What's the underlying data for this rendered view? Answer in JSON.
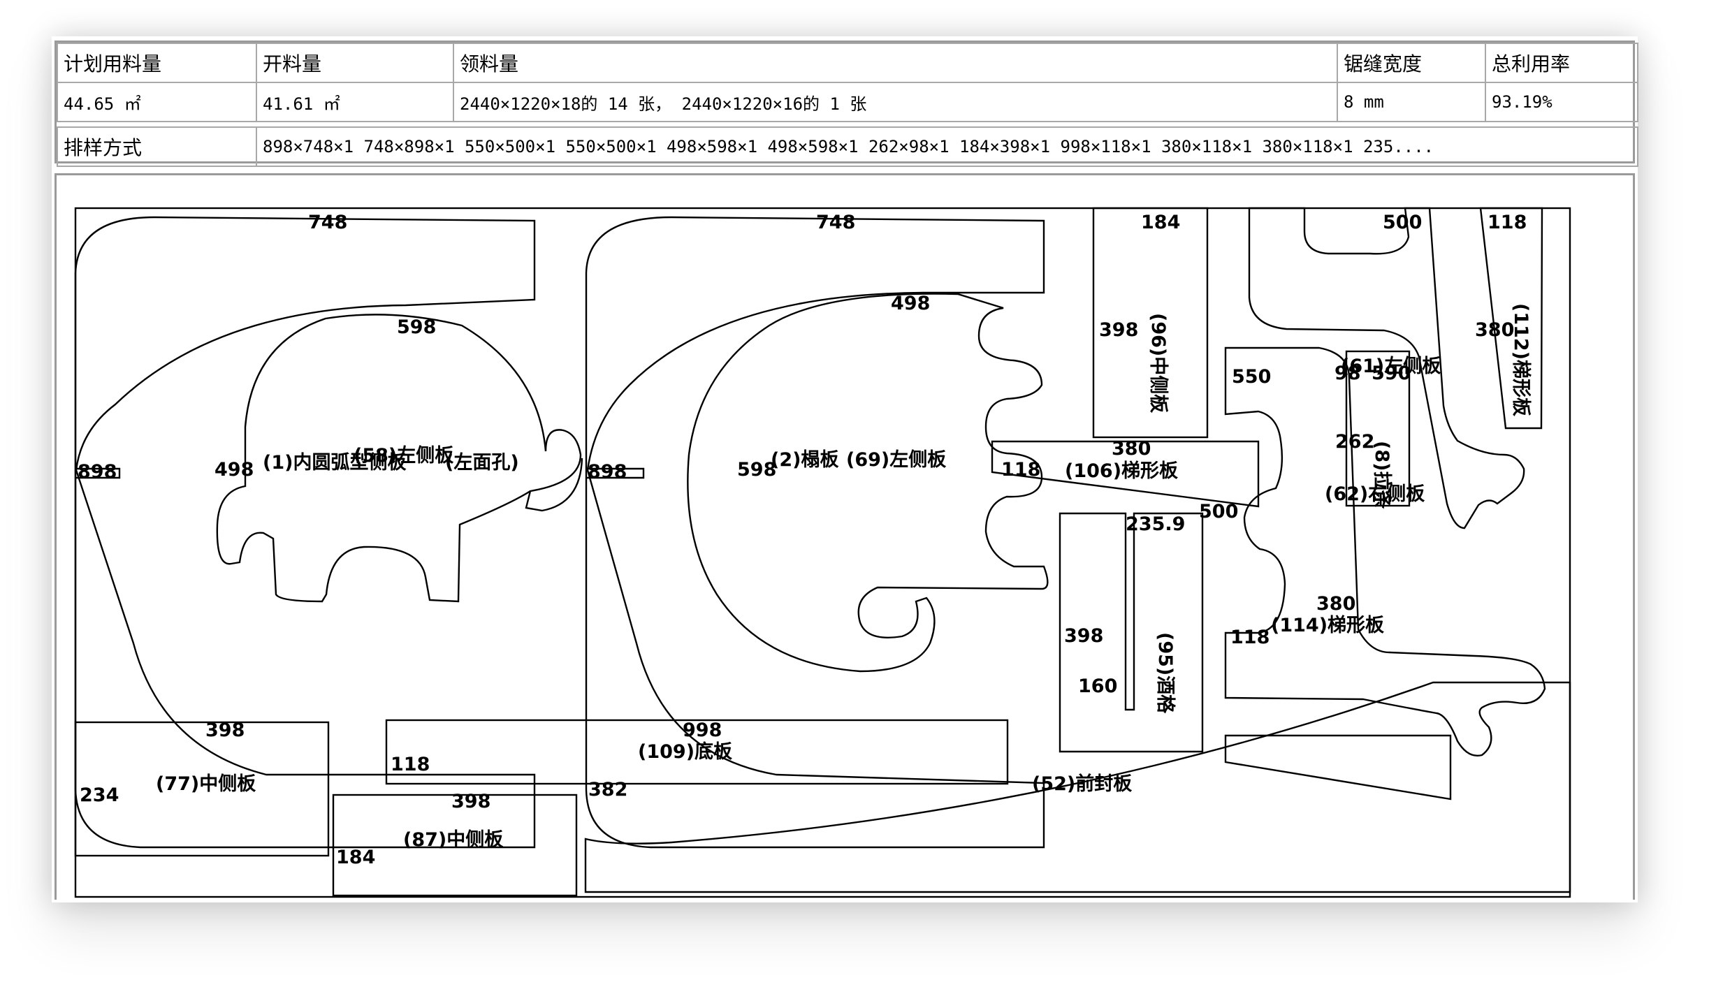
{
  "summary": {
    "headers": [
      "计划用料量",
      "开料量",
      "领料量",
      "锯缝宽度",
      "总利用率"
    ],
    "values": [
      "44.65 ㎡",
      "41.61 ㎡",
      "2440×1220×18的 14 张， 2440×1220×16的 1 张",
      "8 mm",
      "93.19%"
    ],
    "layout_label": "排样方式",
    "layout_value": "898×748×1 748×898×1 550×500×1 550×500×1 498×598×1 498×598×1 262×98×1 184×398×1 998×118×1 380×118×1 380×118×1 235...."
  },
  "labels": {
    "p1_top": "748",
    "p1_left": "898",
    "p1_inner_top": "598",
    "p1_inner_left": "498",
    "p1_name_a": "(1)内圆弧型侧板",
    "p1_name_b": "(58)左侧板",
    "p1_name_c": "(左面孔)",
    "p2_top": "748",
    "p2_left": "898",
    "p2_inner_top": "498",
    "p2_inner_left": "598",
    "p2_name_a": "(2)榻板",
    "p2_name_b": "(69)左侧板",
    "p3_top": "184",
    "p3_side": "398",
    "p3_name": "(96)中侧板",
    "p4_top": "500",
    "p4_name": "(61)左侧板",
    "p5_top": "118",
    "p5_side": "380",
    "p5_name": "(112)梯形板",
    "p6_top": "550",
    "p6_side": "500",
    "p7_top_a": "98",
    "p7_top_b": "590",
    "p7_side": "262",
    "p7_name": "(8)拉条",
    "p7_name_b": "(62)右侧板",
    "p8_top": "380",
    "p8_side": "118",
    "p8_name": "(106)梯形板",
    "p9_top": "235.9",
    "p9_side": "398",
    "p9_bottom": "160",
    "p9_name": "(95)酒格",
    "p10_top": "380",
    "p10_side": "118",
    "p10_name": "(114)梯形板",
    "p11_top": "398",
    "p11_side": "234",
    "p11_name": "(77)中侧板",
    "p12_top": "998",
    "p12_side": "118",
    "p12_name": "(109)底板",
    "p13_top": "398",
    "p13_side": "184",
    "p13_name": "(87)中侧板",
    "p14_side": "382",
    "p14_name": "(52)前封板"
  }
}
